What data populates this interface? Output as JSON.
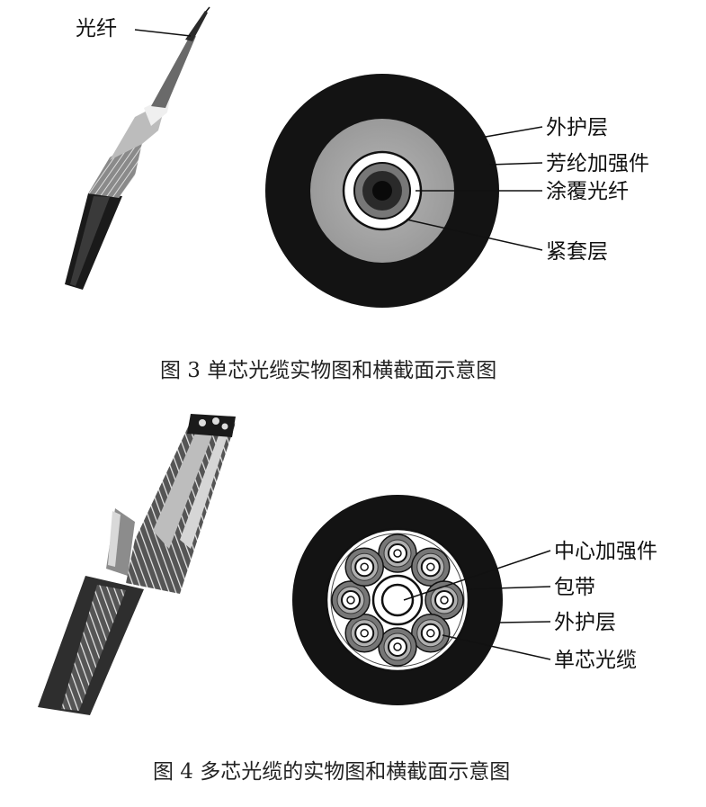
{
  "figure3": {
    "photo_label": "光纤",
    "labels": [
      "外护层",
      "芳纶加强件",
      "涂覆光纤",
      "紧套层"
    ],
    "caption": "图 3  单芯光缆实物图和横截面示意图"
  },
  "figure4": {
    "labels": [
      "中心加强件",
      "包带",
      "外护层",
      "单芯光缆"
    ],
    "caption": "图 4  多芯光缆的实物图和横截面示意图"
  },
  "colors": {
    "sheath": "#131313",
    "aramid": "#a9a9a9",
    "white": "#ffffff",
    "ink": "#111111"
  }
}
